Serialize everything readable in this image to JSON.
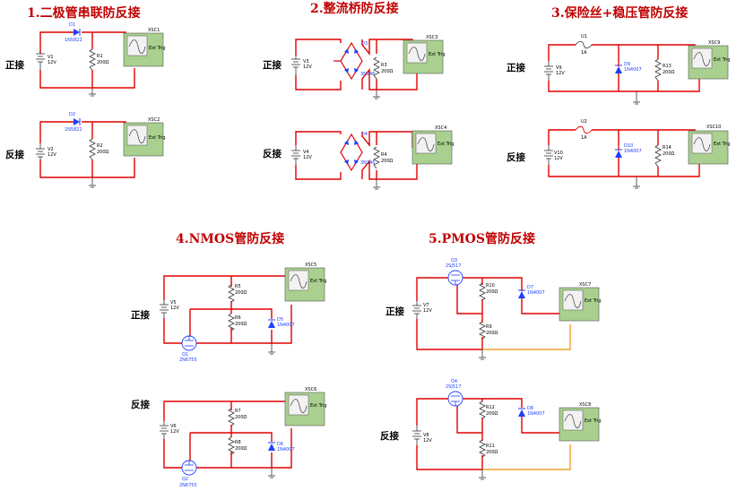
{
  "diagram": {
    "section1": {
      "title": "1.二极管串联防反接",
      "forward": {
        "label": "正接",
        "source": {
          "name": "V1",
          "value": "12V"
        },
        "diode": {
          "name": "D1",
          "model": "1N5822"
        },
        "resistor": {
          "name": "R1",
          "value": "200Ω"
        },
        "scope": {
          "name": "XSC1",
          "ext": "Ext Trig"
        }
      },
      "reverse": {
        "label": "反接",
        "source": {
          "name": "V2",
          "value": "12V"
        },
        "diode": {
          "name": "D2",
          "model": "1N5822"
        },
        "resistor": {
          "name": "R2",
          "value": "200Ω"
        },
        "scope": {
          "name": "XSC2",
          "ext": "Ext Trig"
        }
      }
    },
    "section2": {
      "title": "2.整流桥防反接",
      "forward": {
        "label": "正接",
        "source": {
          "name": "V3",
          "value": "12V"
        },
        "bridge": {
          "name": "D3",
          "model": "3N246"
        },
        "resistor": {
          "name": "R3",
          "value": "200Ω"
        },
        "scope": {
          "name": "XSC3",
          "ext": "Ext Trig"
        }
      },
      "reverse": {
        "label": "反接",
        "source": {
          "name": "V4",
          "value": "12V"
        },
        "bridge": {
          "name": "D4",
          "model": "3N246"
        },
        "resistor": {
          "name": "R4",
          "value": "200Ω"
        },
        "scope": {
          "name": "XSC4",
          "ext": "Ext Trig"
        }
      }
    },
    "section3": {
      "title": "3.保险丝+稳压管防反接",
      "forward": {
        "label": "正接",
        "source": {
          "name": "V9",
          "value": "12V"
        },
        "fuse": {
          "name": "U1",
          "value": "1A"
        },
        "diode": {
          "name": "D9",
          "model": "1N4007"
        },
        "resistor": {
          "name": "R13",
          "value": "200Ω"
        },
        "scope": {
          "name": "XSC9",
          "ext": "Ext Trig"
        }
      },
      "reverse": {
        "label": "反接",
        "source": {
          "name": "V10",
          "value": "12V"
        },
        "fuse": {
          "name": "U2",
          "value": "1A"
        },
        "diode": {
          "name": "D10",
          "model": "1N4007"
        },
        "resistor": {
          "name": "R14",
          "value": "200Ω"
        },
        "scope": {
          "name": "XSC10",
          "ext": "Ext Trig"
        }
      }
    },
    "section4": {
      "title": "4.NMOS管防反接",
      "forward": {
        "label": "正接",
        "source": {
          "name": "V5",
          "value": "12V"
        },
        "r_top": {
          "name": "R5",
          "value": "200Ω"
        },
        "r_mid": {
          "name": "R6",
          "value": "200Ω"
        },
        "diode": {
          "name": "D5",
          "model": "1N4007"
        },
        "mos": {
          "name": "Q1",
          "model": "2N6755"
        },
        "scope": {
          "name": "XSC5",
          "ext": "Ext Trig"
        }
      },
      "reverse": {
        "label": "反接",
        "source": {
          "name": "V6",
          "value": "12V"
        },
        "r_top": {
          "name": "R7",
          "value": "200Ω"
        },
        "r_mid": {
          "name": "R8",
          "value": "200Ω"
        },
        "diode": {
          "name": "D6",
          "model": "1N4007"
        },
        "mos": {
          "name": "Q2",
          "model": "2N6755"
        },
        "scope": {
          "name": "XSC6",
          "ext": "Ext Trig"
        }
      }
    },
    "section5": {
      "title": "5.PMOS管防反接",
      "forward": {
        "label": "正接",
        "source": {
          "name": "V7",
          "value": "12V"
        },
        "mos": {
          "name": "Q3",
          "model": "2SJ517"
        },
        "r_top": {
          "name": "R10",
          "value": "200Ω"
        },
        "r_bot": {
          "name": "R9",
          "value": "200Ω"
        },
        "diode": {
          "name": "D7",
          "model": "1N4007"
        },
        "scope": {
          "name": "XSC7",
          "ext": "Ext Trig"
        }
      },
      "reverse": {
        "label": "反接",
        "source": {
          "name": "V8",
          "value": "12V"
        },
        "mos": {
          "name": "Q4",
          "model": "2SJ517"
        },
        "r_top": {
          "name": "R12",
          "value": "200Ω"
        },
        "r_bot": {
          "name": "R11",
          "value": "200Ω"
        },
        "diode": {
          "name": "D8",
          "model": "1N4007"
        },
        "scope": {
          "name": "XSC8",
          "ext": "Ext Trig"
        }
      }
    },
    "colors": {
      "title": "#c00000",
      "wire": "#e00000",
      "wire_alt": "#f0a030",
      "diode": "#1f3fff",
      "scope_body": "#a9d08e",
      "scope_screen": "#f2f2f2"
    }
  }
}
